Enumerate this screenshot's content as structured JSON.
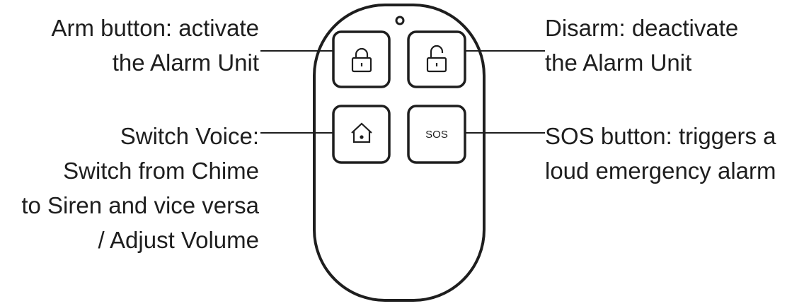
{
  "callouts": {
    "arm": [
      "Arm button: activate",
      "the Alarm Unit"
    ],
    "disarm": [
      "Disarm: deactivate",
      "the Alarm Unit"
    ],
    "voice": [
      "Switch Voice:",
      "Switch from Chime",
      "to Siren and vice versa",
      "/ Adjust Volume"
    ],
    "sos": [
      "SOS button: triggers a",
      "loud emergency alarm"
    ]
  },
  "remote": {
    "sos_key_label": "SOS",
    "key_icons": [
      "locked-padlock-icon",
      "unlocked-padlock-icon",
      "home-icon"
    ]
  },
  "colors": {
    "stroke": "#1e1e1e",
    "background": "#ffffff"
  }
}
